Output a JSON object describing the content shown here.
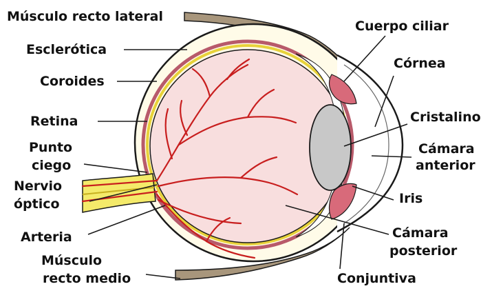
{
  "labels": {
    "musculo_recto_lateral": "Músculo recto lateral",
    "esclerotica": "Esclerótica",
    "coroides": "Coroides",
    "retina": "Retina",
    "punto_ciego_1": "Punto",
    "punto_ciego_2": "ciego",
    "nervio_optico_1": "Nervio",
    "nervio_optico_2": "óptico",
    "arteria": "Arteria",
    "musculo_recto_medio_1": "Músculo",
    "musculo_recto_medio_2": "recto medio",
    "cuerpo_ciliar": "Cuerpo ciliar",
    "cornea": "Córnea",
    "cristalino": "Cristalino",
    "camara_anterior_1": "Cámara",
    "camara_anterior_2": "anterior",
    "iris": "Iris",
    "camara_posterior_1": "Cámara",
    "camara_posterior_2": "posterior",
    "conjuntiva": "Conjuntiva"
  },
  "colors": {
    "vitreous": "#f8dede",
    "sclera_band": "#fffbe8",
    "choroid": "#b85a6a",
    "retina": "#e8d23a",
    "vessel": "#c81e1e",
    "nerve": "#f4ea6a",
    "lens": "#c8c8c8",
    "iris": "#d86a7a",
    "muscle": "#a8967c",
    "outline": "#1a1a1a"
  }
}
